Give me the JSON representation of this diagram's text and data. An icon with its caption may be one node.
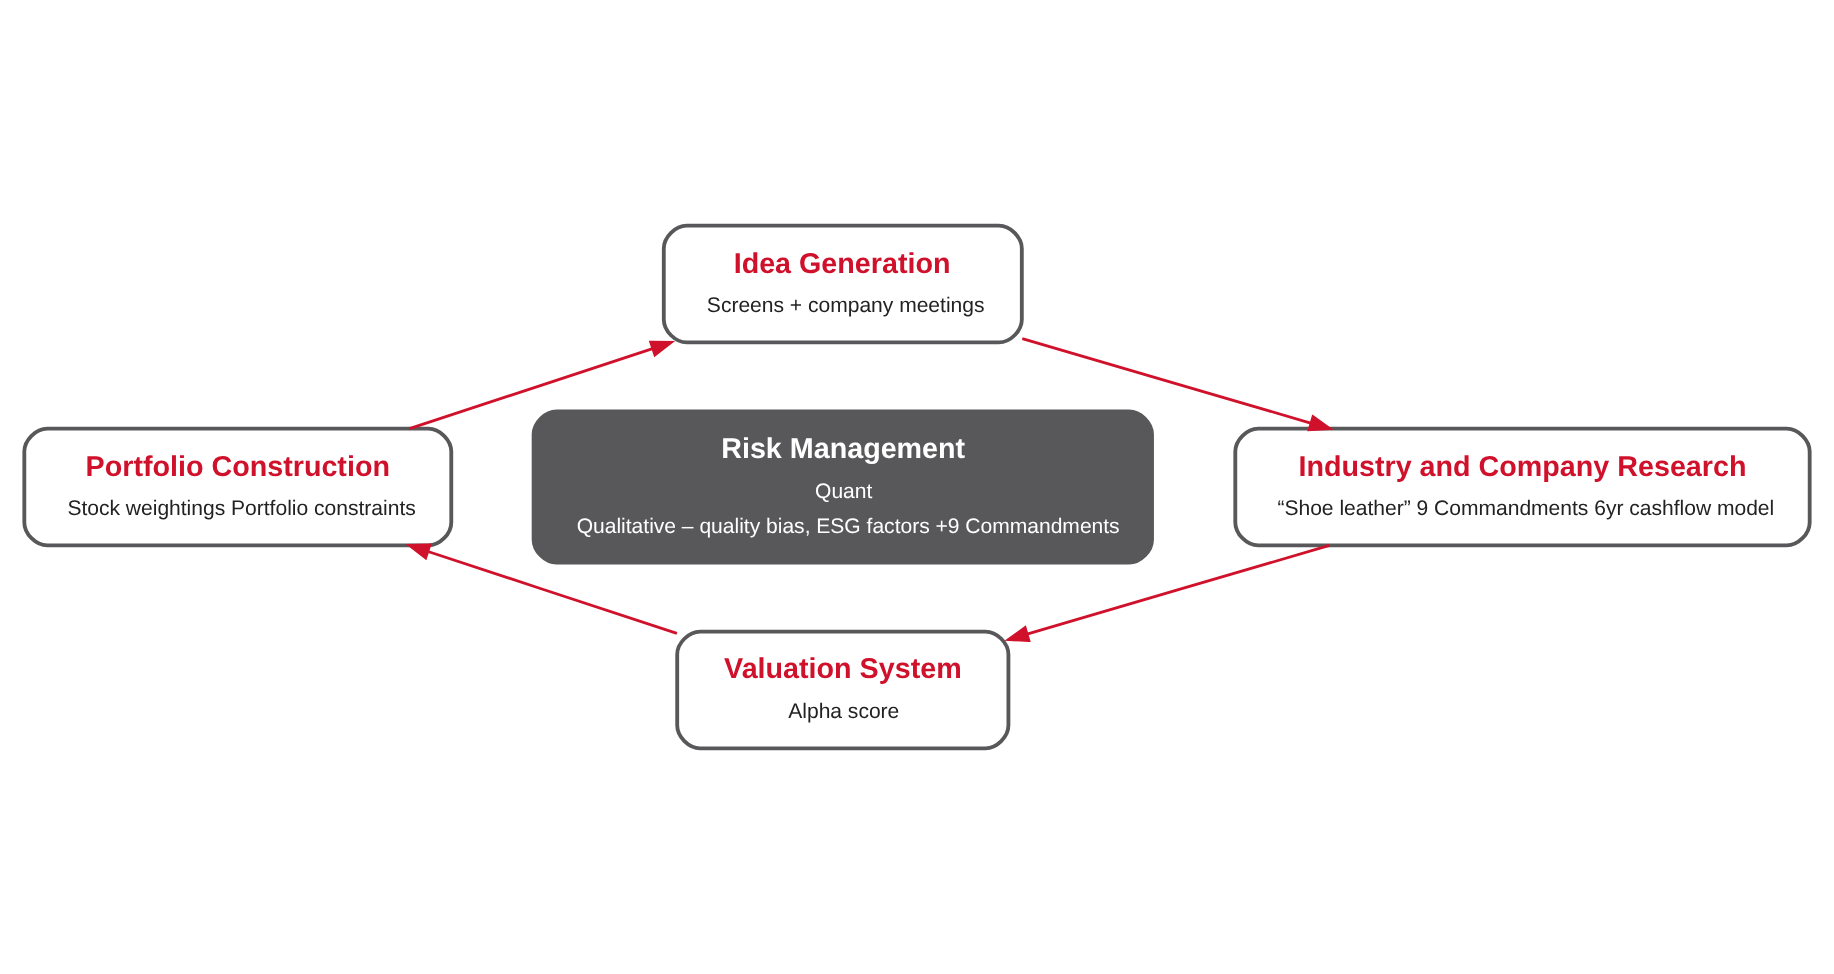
{
  "diagram": {
    "nodes": [
      {
        "text": [
          "Idea Generation",
          "Screens + company meetings"
        ]
      },
      {
        "text": [
          "Portfolio Construction",
          "Stock weightings Portfolio constraints"
        ]
      },
      {
        "text": [
          "Risk Management",
          "Quant",
          "Qualitative – quality bias, ESG factors +9 Commandments"
        ]
      },
      {
        "text": [
          "Industry and Company Research",
          "“Shoe leather” 9 Commandments 6yr cashflow model"
        ]
      },
      {
        "text": [
          "Valuation System",
          "Alpha score"
        ]
      }
    ],
    "edges": [
      {
        "from": 0,
        "to": 3,
        "arrow": "to",
        "color": "#d0112b"
      },
      {
        "from": 3,
        "to": 4,
        "arrow": "to",
        "color": "#d0112b"
      },
      {
        "from": 4,
        "to": 1,
        "arrow": "to",
        "color": "#d0112b"
      },
      {
        "from": 1,
        "to": 0,
        "arrow": "to",
        "color": "#d0112b"
      }
    ]
  }
}
